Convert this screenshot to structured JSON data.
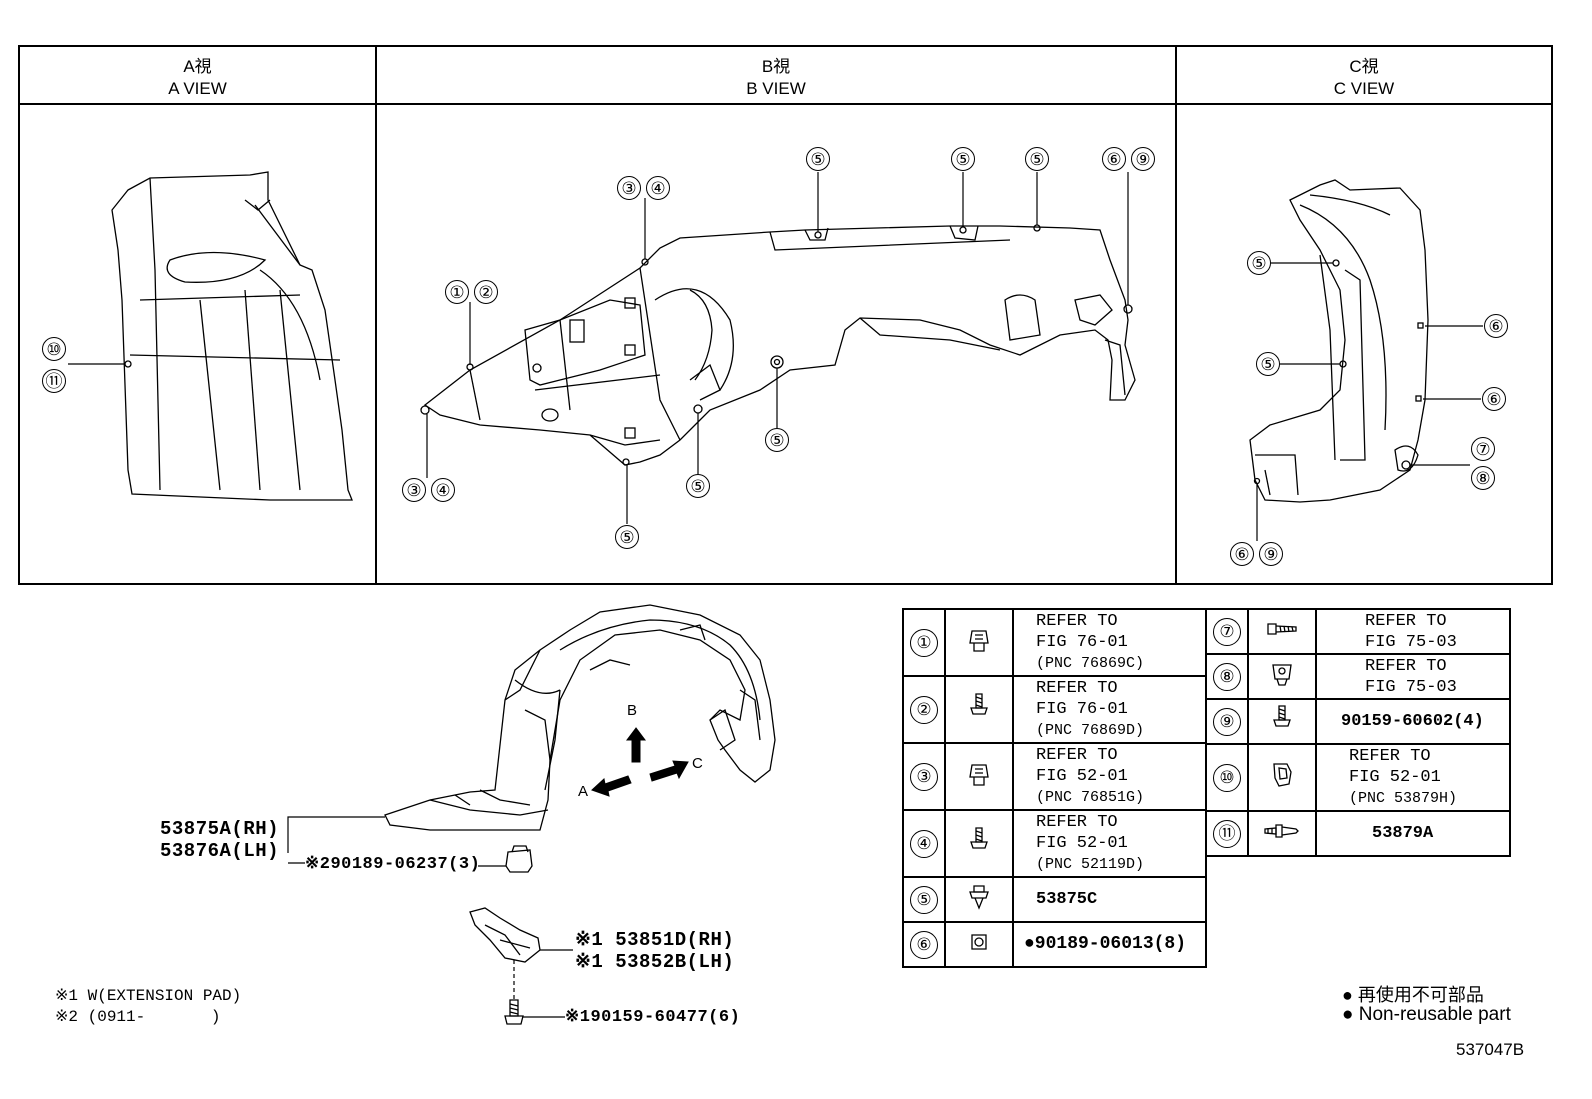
{
  "views": {
    "a": {
      "jp": "A視",
      "en": "A VIEW"
    },
    "b": {
      "jp": "B視",
      "en": "B VIEW"
    },
    "c": {
      "jp": "C視",
      "en": "C VIEW"
    }
  },
  "callouts": {
    "n1": "①",
    "n2": "②",
    "n3": "③",
    "n4": "④",
    "n5": "⑤",
    "n6": "⑥",
    "n7": "⑦",
    "n8": "⑧",
    "n9": "⑨",
    "n10": "⑩",
    "n11": "⑪"
  },
  "assembly": {
    "liner_rh": "53875A(RH)",
    "liner_lh": "53876A(LH)",
    "clip_part": "※290189-06237(3)",
    "pad_rh": "※1 53851D(RH)",
    "pad_lh": "※1 53852B(LH)",
    "screw_part": "※190159-60477(6)",
    "arrow_a": "A",
    "arrow_b": "B",
    "arrow_c": "C"
  },
  "notes": {
    "note1": "※1 W(EXTENSION PAD)",
    "note2": "※2 (0911-",
    "note2_close": ")"
  },
  "legend": {
    "jp": "再使用不可部品",
    "en": "Non-reusable part",
    "bullet": "●"
  },
  "diagram_id": "537047B",
  "parts_table_left": [
    {
      "num": "①",
      "ref": "REFER TO",
      "fig": "FIG 76-01",
      "pnc": "(PNC 76869C)"
    },
    {
      "num": "②",
      "ref": "REFER TO",
      "fig": "FIG 76-01",
      "pnc": "(PNC 76869D)"
    },
    {
      "num": "③",
      "ref": "REFER TO",
      "fig": "FIG 52-01",
      "pnc": "(PNC 76851G)"
    },
    {
      "num": "④",
      "ref": "REFER TO",
      "fig": "FIG 52-01",
      "pnc": "(PNC 52119D)"
    },
    {
      "num": "⑤",
      "part": "53875C"
    },
    {
      "num": "⑥",
      "part": "●90189-06013(8)"
    }
  ],
  "parts_table_right": [
    {
      "num": "⑦",
      "ref": "REFER TO",
      "fig": "FIG 75-03"
    },
    {
      "num": "⑧",
      "ref": "REFER TO",
      "fig": "FIG 75-03"
    },
    {
      "num": "⑨",
      "part": "90159-60602(4)"
    },
    {
      "num": "⑩",
      "ref": "REFER TO",
      "fig": "FIG 52-01",
      "pnc": "(PNC 53879H)"
    },
    {
      "num": "⑪",
      "part": "53879A"
    }
  ]
}
